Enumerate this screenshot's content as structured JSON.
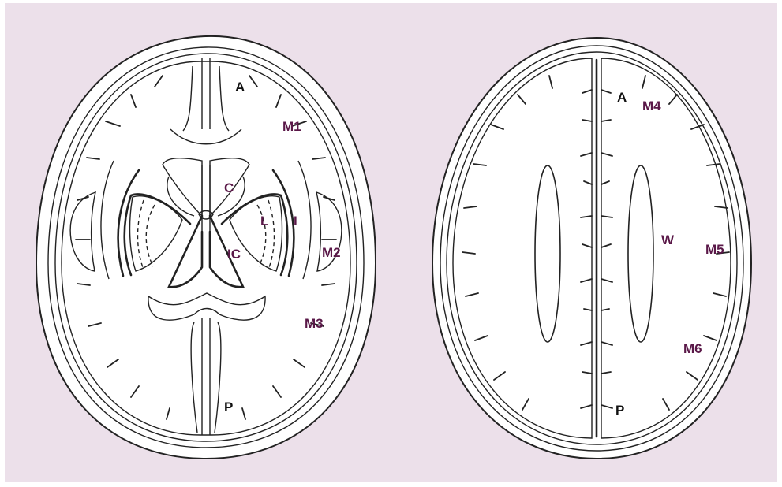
{
  "colors": {
    "background": "#ece0ea",
    "label_black": "#111111",
    "label_purple": "#5a1848"
  },
  "left_section": {
    "labels": {
      "A": "A",
      "M1": "M1",
      "C": "C",
      "L": "L",
      "I": "I",
      "IC": "IC",
      "M2": "M2",
      "M3": "M3",
      "P": "P"
    }
  },
  "right_section": {
    "labels": {
      "A": "A",
      "M4": "M4",
      "W": "W",
      "M5": "M5",
      "M6": "M6",
      "P": "P"
    }
  }
}
